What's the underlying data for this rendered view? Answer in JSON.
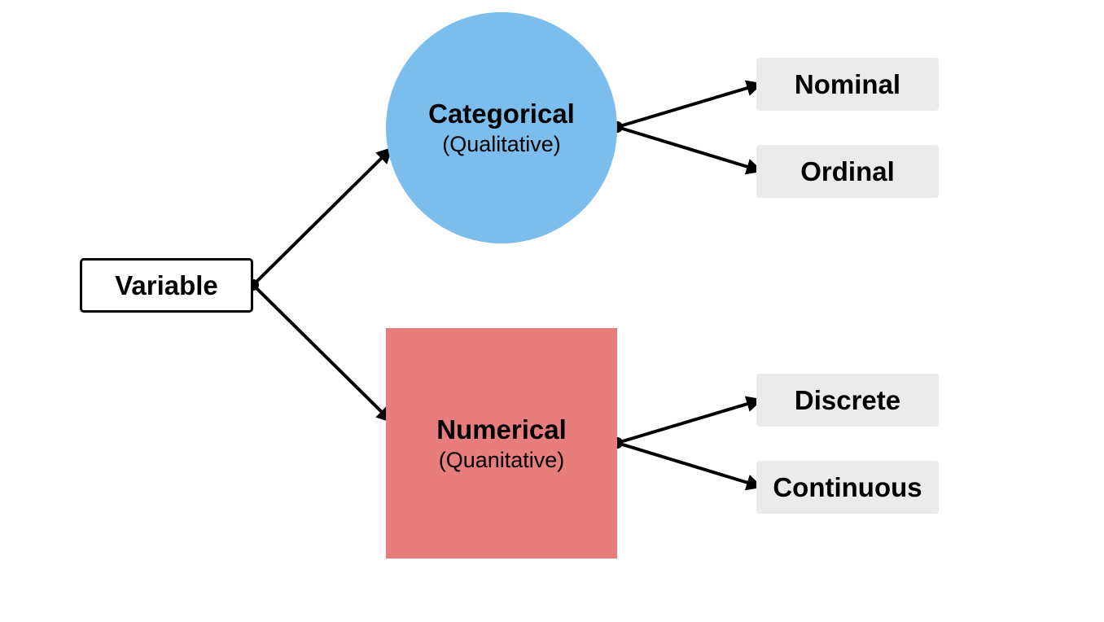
{
  "colors": {
    "categorical_fill": "#7bbdec",
    "numerical_fill": "#e87d7e",
    "leaf_fill": "#ebebeb",
    "stroke": "#000000"
  },
  "root": {
    "label": "Variable"
  },
  "categorical": {
    "title": "Categorical",
    "subtitle": "(Qualitative)",
    "children": [
      "Nominal",
      "Ordinal"
    ]
  },
  "numerical": {
    "title": "Numerical",
    "subtitle": "(Quanitative)",
    "children": [
      "Discrete",
      "Continuous"
    ]
  }
}
